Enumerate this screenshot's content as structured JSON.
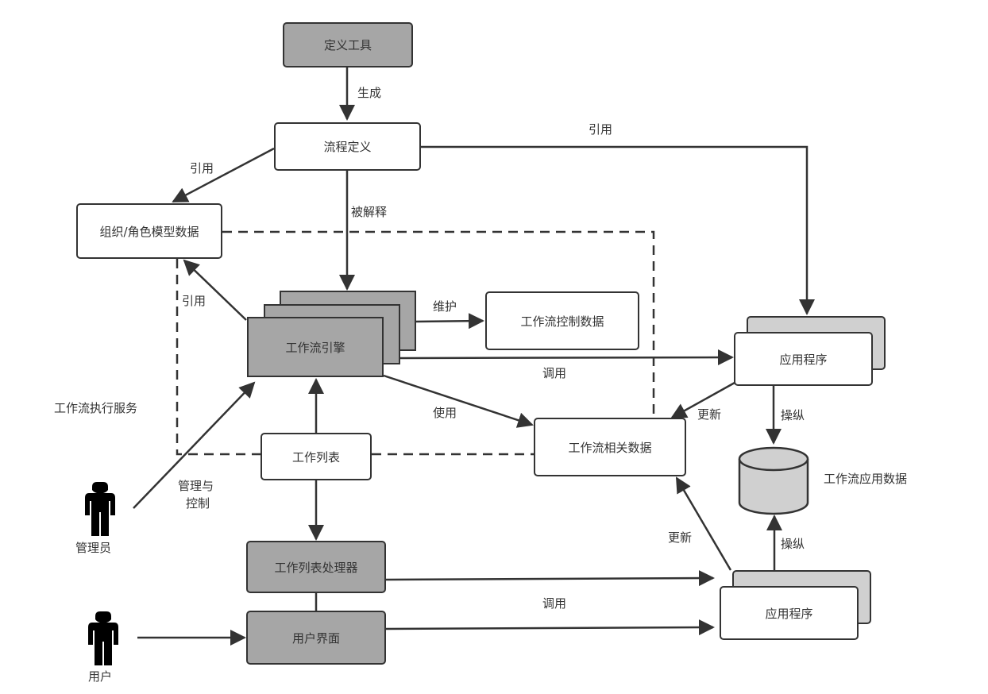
{
  "diagram": {
    "nodes": {
      "definition_tool": "定义工具",
      "process_definition": "流程定义",
      "org_role_data": "组织/角色模型数据",
      "workflow_engine": "工作流引擎",
      "workflow_control_data": "工作流控制数据",
      "application_top": "应用程序",
      "workflow_relevant_data": "工作流相关数据",
      "worklist": "工作列表",
      "worklist_handler": "工作列表处理器",
      "user_interface": "用户界面",
      "application_bottom": "应用程序",
      "workflow_app_data": "工作流应用数据"
    },
    "edges": {
      "generate": "生成",
      "reference_top": "引用",
      "reference_left": "引用",
      "interpreted": "被解释",
      "reference_engine": "引用",
      "maintain": "维护",
      "invoke_top": "调用",
      "use": "使用",
      "update_top": "更新",
      "manipulate_top": "操纵",
      "manage_control_line1": "管理与",
      "manage_control_line2": "控制",
      "update_bottom": "更新",
      "manipulate_bottom": "操纵",
      "invoke_bottom": "调用"
    },
    "regions": {
      "execution_service": "工作流执行服务"
    },
    "actors": {
      "admin": "管理员",
      "user": "用户"
    }
  }
}
